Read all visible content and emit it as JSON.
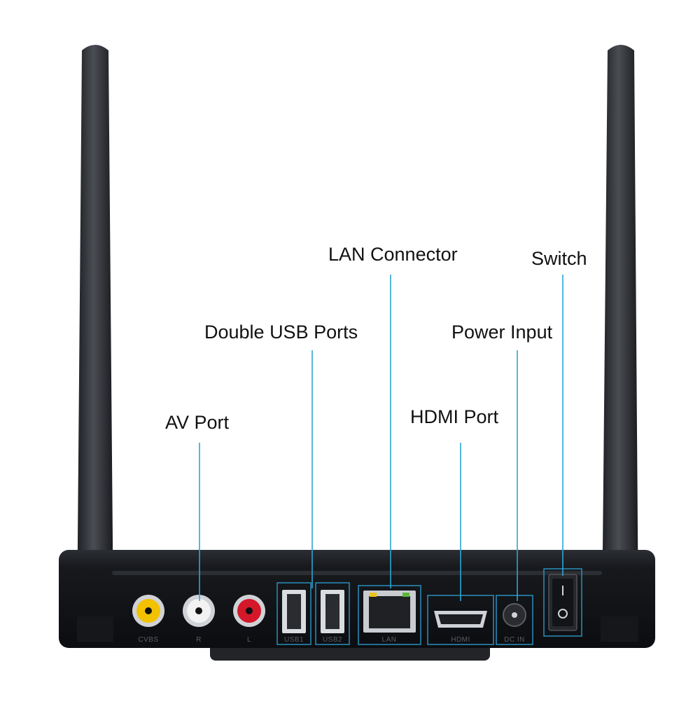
{
  "callouts": {
    "lan": "LAN Connector",
    "switch": "Switch",
    "usb": "Double USB Ports",
    "power": "Power Input",
    "av": "AV Port",
    "hdmi": "HDMI Port"
  },
  "port_labels": {
    "cvbs": "CVBS",
    "r": "R",
    "l": "L",
    "usb1": "USB1",
    "usb2": "USB2",
    "lan": "LAN",
    "hdmi": "HDMI",
    "dc_in": "DC IN"
  },
  "colors": {
    "leader_line": "#2aa7d6",
    "device_body": "#16181c",
    "antenna": "#2b2d31",
    "av_yellow": "#f2c200",
    "av_white": "#f2f2f2",
    "av_red": "#d4182a",
    "lan_led_yellow": "#e8c418",
    "lan_led_green": "#59b83a"
  }
}
